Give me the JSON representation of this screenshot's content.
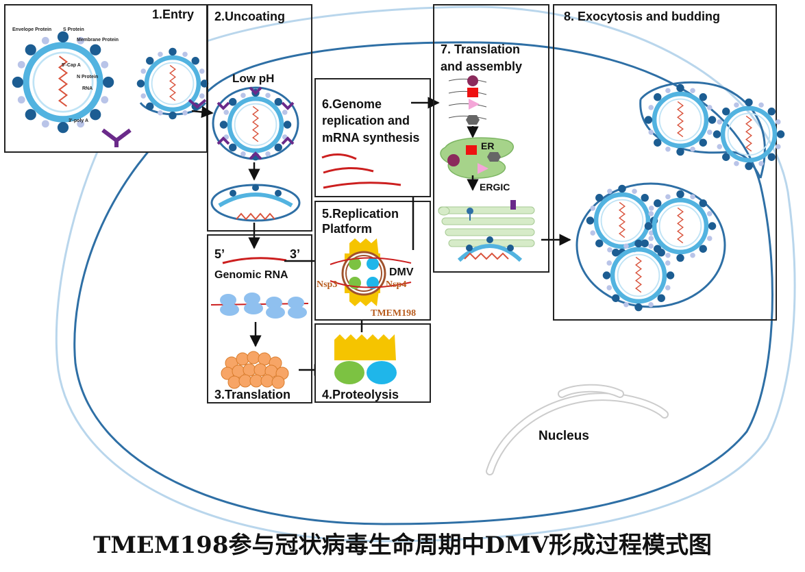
{
  "caption": "TMEM198参与冠状病毒生命周期中DMV形成过程模式图",
  "steps": {
    "entry": "1.Entry",
    "uncoating": "2.Uncoating",
    "translation": "3.Translation",
    "proteolysis": "4.Proteolysis",
    "replication_platform": [
      "5.Replication",
      "Platform"
    ],
    "genome_replication": [
      "6.Genome",
      "replication and",
      "mRNA synthesis"
    ],
    "translation_assembly": [
      "7. Translation",
      "and assembly"
    ],
    "exocytosis": "8. Exocytosis and budding"
  },
  "virion_labels": {
    "envelope_protein": "Envelope Protein",
    "s_protein": "S Protein",
    "membrane_protein": "Membrane Protein",
    "cap": "5'-Cap A",
    "n_protein": "N Protein",
    "rna": "RNA",
    "polya": "3'-poly A"
  },
  "labels": {
    "low_ph": "Low pH",
    "five_prime": "5’",
    "three_prime": "3’",
    "genomic_rna": "Genomic RNA",
    "dmv": "DMV",
    "nsp3": "Nsp3",
    "nsp4": "Nsp4",
    "tmem198": "TMEM198",
    "er": "ER",
    "ergic": "ERGIC",
    "nucleus": "Nucleus"
  },
  "colors": {
    "membrane": "#2e6fa5",
    "membrane_light": "#aacbe6",
    "rna_red": "#cc1f1f",
    "virion_blue": "#52b3e0",
    "spike": "#1c5d92",
    "receptor_purple": "#6a2a8a",
    "ribosome_blue": "#8fc0ef",
    "nsp_yellow": "#f5c400",
    "nsp_green": "#7cc242",
    "nsp_cyan": "#1fb6ea",
    "er_green": "#a6d38a",
    "orange_text": "#b85c1e"
  }
}
